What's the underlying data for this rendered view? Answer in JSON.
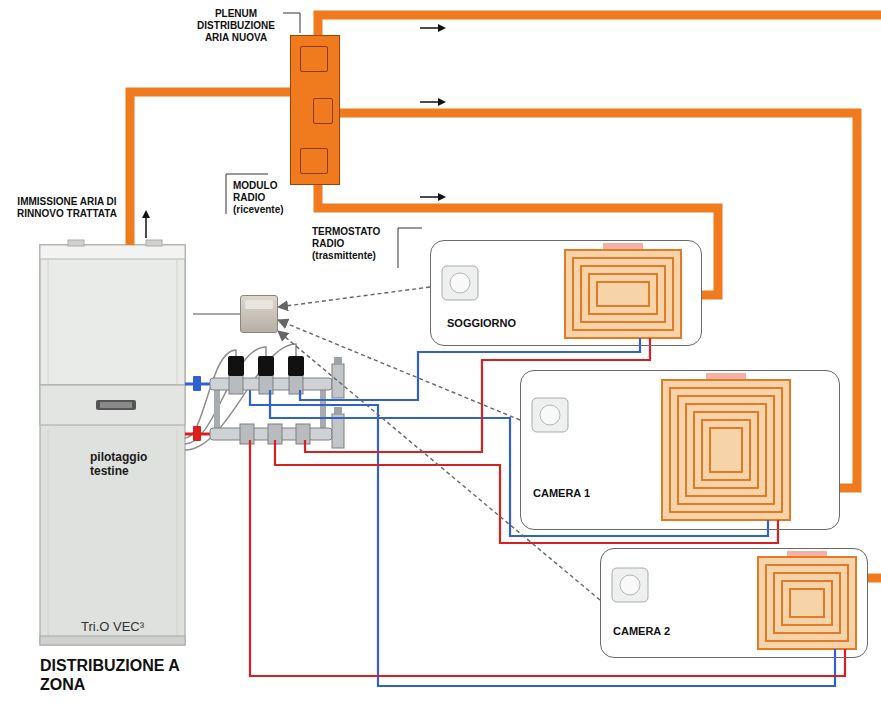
{
  "diagram": {
    "title": "DISTRIBUZIONE A ZONA",
    "nodes": [
      {
        "text": [
          "PLENUM DISTRIBUZIONE ARIA NUOVA"
        ]
      },
      {
        "text": [
          "pilotaggio testine",
          "Tri.O VEC³"
        ]
      },
      {
        "text": [
          "MODULO RADIO (ricevente)"
        ]
      },
      {
        "text": [
          "SOGGIORNO"
        ]
      },
      {
        "text": [
          "CAMERA 1"
        ]
      },
      {
        "text": [
          "CAMERA 2"
        ]
      }
    ],
    "edges": [
      {
        "from": 1,
        "to": 0,
        "arrow": "none"
      },
      {
        "from": 0,
        "to": 3,
        "arrow": "none"
      },
      {
        "from": 0,
        "to": 4,
        "arrow": "none"
      },
      {
        "from": 1,
        "to": 2,
        "arrow": "none"
      },
      {
        "from": 3,
        "to": 2,
        "arrow": "to"
      },
      {
        "from": 4,
        "to": 2,
        "arrow": "to"
      },
      {
        "from": 5,
        "to": 2,
        "arrow": "to"
      }
    ],
    "labels": [
      "IMMISSIONE ARIA DI RINNOVO TRATTATA",
      "TERMOSTATO RADIO (trasmittente)"
    ]
  }
}
